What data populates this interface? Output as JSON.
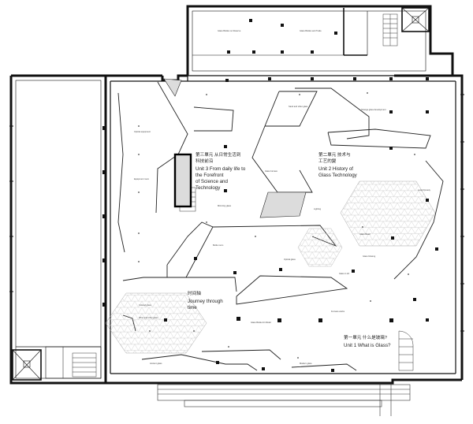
{
  "plan": {
    "units": [
      {
        "id": "unit1",
        "cn": "第一單元 什么是玻璃?",
        "en": [
          "Unit 1 What is Glass?"
        ]
      },
      {
        "id": "unit2",
        "cn": "第二單元 技术与",
        "cn2": "工艺的變",
        "en": [
          "Unit 2 History of",
          "Glass Technology"
        ]
      },
      {
        "id": "unit3",
        "cn": "第三單元 从日常生活到",
        "cn2": "科技前沿",
        "en": [
          "Unit 3 From daily life to",
          "the Forefront",
          "of Science and",
          "Technology"
        ]
      },
      {
        "id": "journey",
        "cn": "时间轴",
        "en": [
          "Journey through",
          "time"
        ]
      }
    ],
    "exhibit_labels": [
      "Glass Bottles on Reserve",
      "Glass Bottles and Trade",
      "Strange glass development",
      "Sand and other glass",
      "Glass furnace",
      "Optical equipment",
      "Equipment room",
      "Mirroring glass",
      "Glass Bottle Art Model",
      "Wine and other glass",
      "Colored glass",
      "Optical glass",
      "Glass blowing",
      "Bottle room",
      "Ancient glass",
      "Modern glass",
      "Lighting",
      "Glass in Art",
      "Glass Bead",
      "Furnace works",
      "Long Dynasty"
    ]
  }
}
